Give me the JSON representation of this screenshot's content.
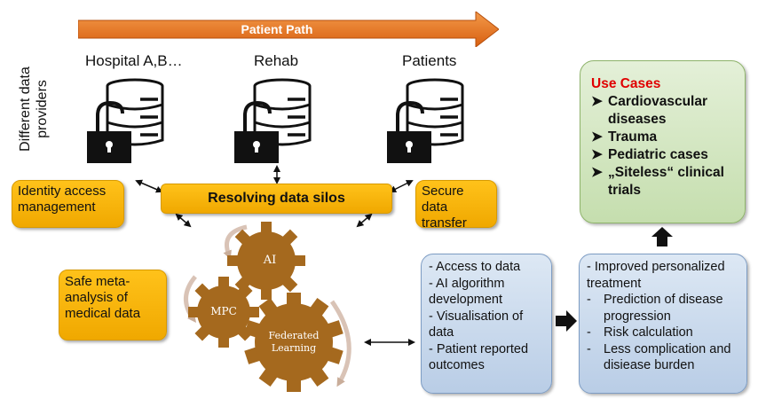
{
  "patient_path": {
    "label": "Patient Path"
  },
  "side_label": "Different data providers",
  "providers": [
    {
      "label": "Hospital A,B…"
    },
    {
      "label": "Rehab"
    },
    {
      "label": "Patients"
    }
  ],
  "yellow_boxes": {
    "identity": "Identity access management",
    "silos": "Resolving data silos",
    "secure": "Secure data transfer",
    "meta": "Safe meta-analysis of medical data"
  },
  "gears": {
    "ai": "AI",
    "mpc": "MPC",
    "federated_line1": "Federated",
    "federated_line2": "Learning"
  },
  "access_box": {
    "items": [
      "- Access to data",
      "- AI algorithm development",
      "- Visualisation of data",
      "- Patient reported outcomes"
    ]
  },
  "treatment_box": {
    "heading": "-  Improved personalized treatment",
    "items": [
      "Prediction of disease progression",
      "Risk calculation",
      "Less complication and disiease burden"
    ]
  },
  "use_cases": {
    "title": "Use Cases",
    "items": [
      "Cardiovascular diseases",
      "Trauma",
      "Pediatric cases",
      "„Siteless“ clinical trials"
    ]
  },
  "colors": {
    "arrow_orange": "#e86c1a",
    "yellow": "#ffc000",
    "gear_brown": "#a5691e",
    "blue_box": "#c8d8ec",
    "green_box": "#d2e6bf",
    "use_cases_title": "#e00000"
  },
  "icons": [
    "database-lock-icon",
    "gear-icon",
    "arrow-icon"
  ]
}
